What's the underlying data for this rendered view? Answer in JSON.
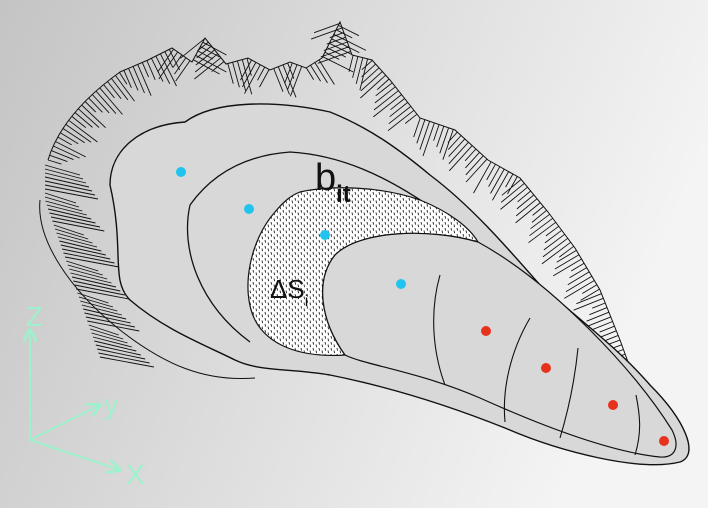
{
  "labels": {
    "balance": "b",
    "balance_sub": "it",
    "delta": "ΔS",
    "delta_sub": "i"
  },
  "axes": {
    "x": "x",
    "y": "y",
    "z": "z"
  },
  "colors": {
    "background_dark": "#c4c4c4",
    "background_light": "#f4f4f4",
    "glacier_fill": "#d8d8d8",
    "outline": "#111111",
    "axis_color": "#9ff0cc",
    "accumulation_point": "#21c4ef",
    "ablation_point": "#e6321c"
  },
  "points": {
    "blue_count": 4,
    "red_count": 4
  }
}
